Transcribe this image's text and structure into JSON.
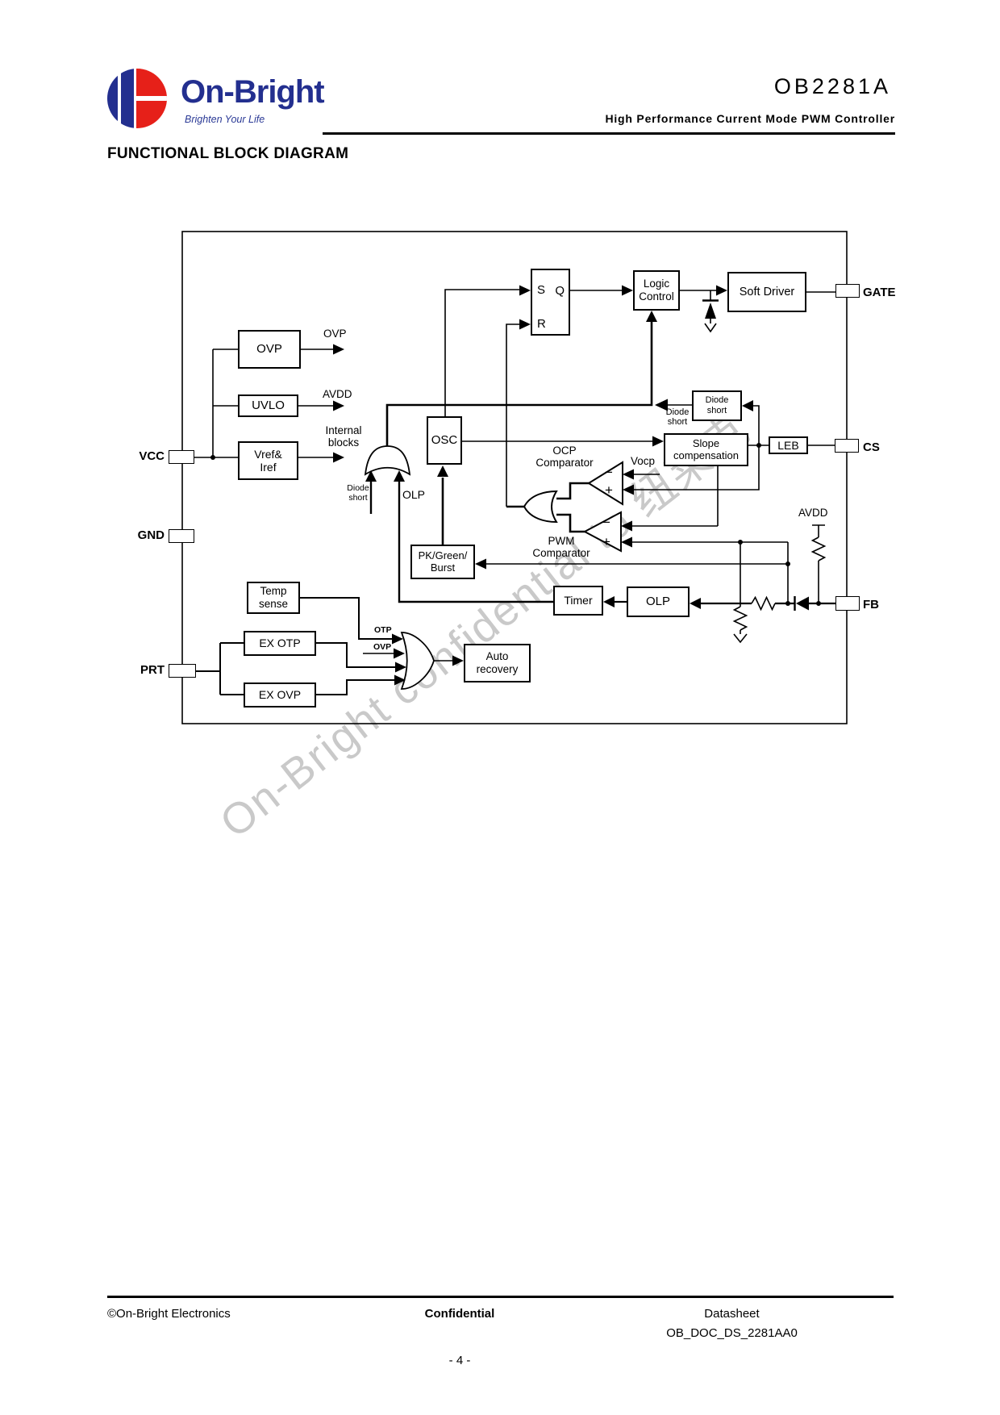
{
  "header": {
    "logo_text": "On-Bright",
    "logo_tagline": "Brighten Your Life",
    "part_number": "OB2281A",
    "subtitle": "High Performance Current Mode PWM Controller"
  },
  "page": {
    "title": "FUNCTIONAL BLOCK DIAGRAM"
  },
  "diagram": {
    "pins": {
      "vcc": "VCC",
      "gnd": "GND",
      "prt": "PRT",
      "gate": "GATE",
      "cs": "CS",
      "fb": "FB"
    },
    "flipflop": {
      "s": "S",
      "r": "R",
      "q": "Q"
    },
    "blocks": {
      "ovp": "OVP",
      "uvlo": "UVLO",
      "vref1": "Vref&",
      "vref2": "Iref",
      "osc": "OSC",
      "logic1": "Logic",
      "logic2": "Control",
      "soft_driver": "Soft Driver",
      "diode_short1": "Diode",
      "diode_short2": "short",
      "slope1": "Slope",
      "slope2": "compensation",
      "leb": "LEB",
      "pk1": "PK/Green/",
      "pk2": "Burst",
      "timer": "Timer",
      "olp": "OLP",
      "temp1": "Temp",
      "temp2": "sense",
      "ex_otp": "EX OTP",
      "ex_ovp": "EX OVP",
      "auto1": "Auto",
      "auto2": "recovery"
    },
    "labels": {
      "ovp_out": "OVP",
      "avdd_out": "AVDD",
      "internal1": "Internal",
      "internal2": "blocks",
      "diode_short_stub1": "Diode",
      "diode_short_stub2": "short",
      "olp_in": "OLP",
      "diode_short_cs1": "Diode",
      "diode_short_cs2": "short",
      "ocp1": "OCP",
      "ocp2": "Comparator",
      "vocp": "Vocp",
      "pwm1": "PWM",
      "pwm2": "Comparator",
      "avdd_fb": "AVDD",
      "otp_sig": "OTP",
      "ovp_sig": "OVP",
      "minus": "−",
      "plus": "+"
    },
    "watermark": "On-Bright confidential to 纽莱克"
  },
  "footer": {
    "copyright": "©On-Bright Electronics",
    "confidential": "Confidential",
    "doc_type": "Datasheet",
    "doc_id": "OB_DOC_DS_2281AA0",
    "page_number": "- 4 -"
  },
  "colors": {
    "logo_blue": "#232f8f",
    "logo_red": "#e62019",
    "watermark": "#c9c9c9",
    "line": "#000000"
  }
}
